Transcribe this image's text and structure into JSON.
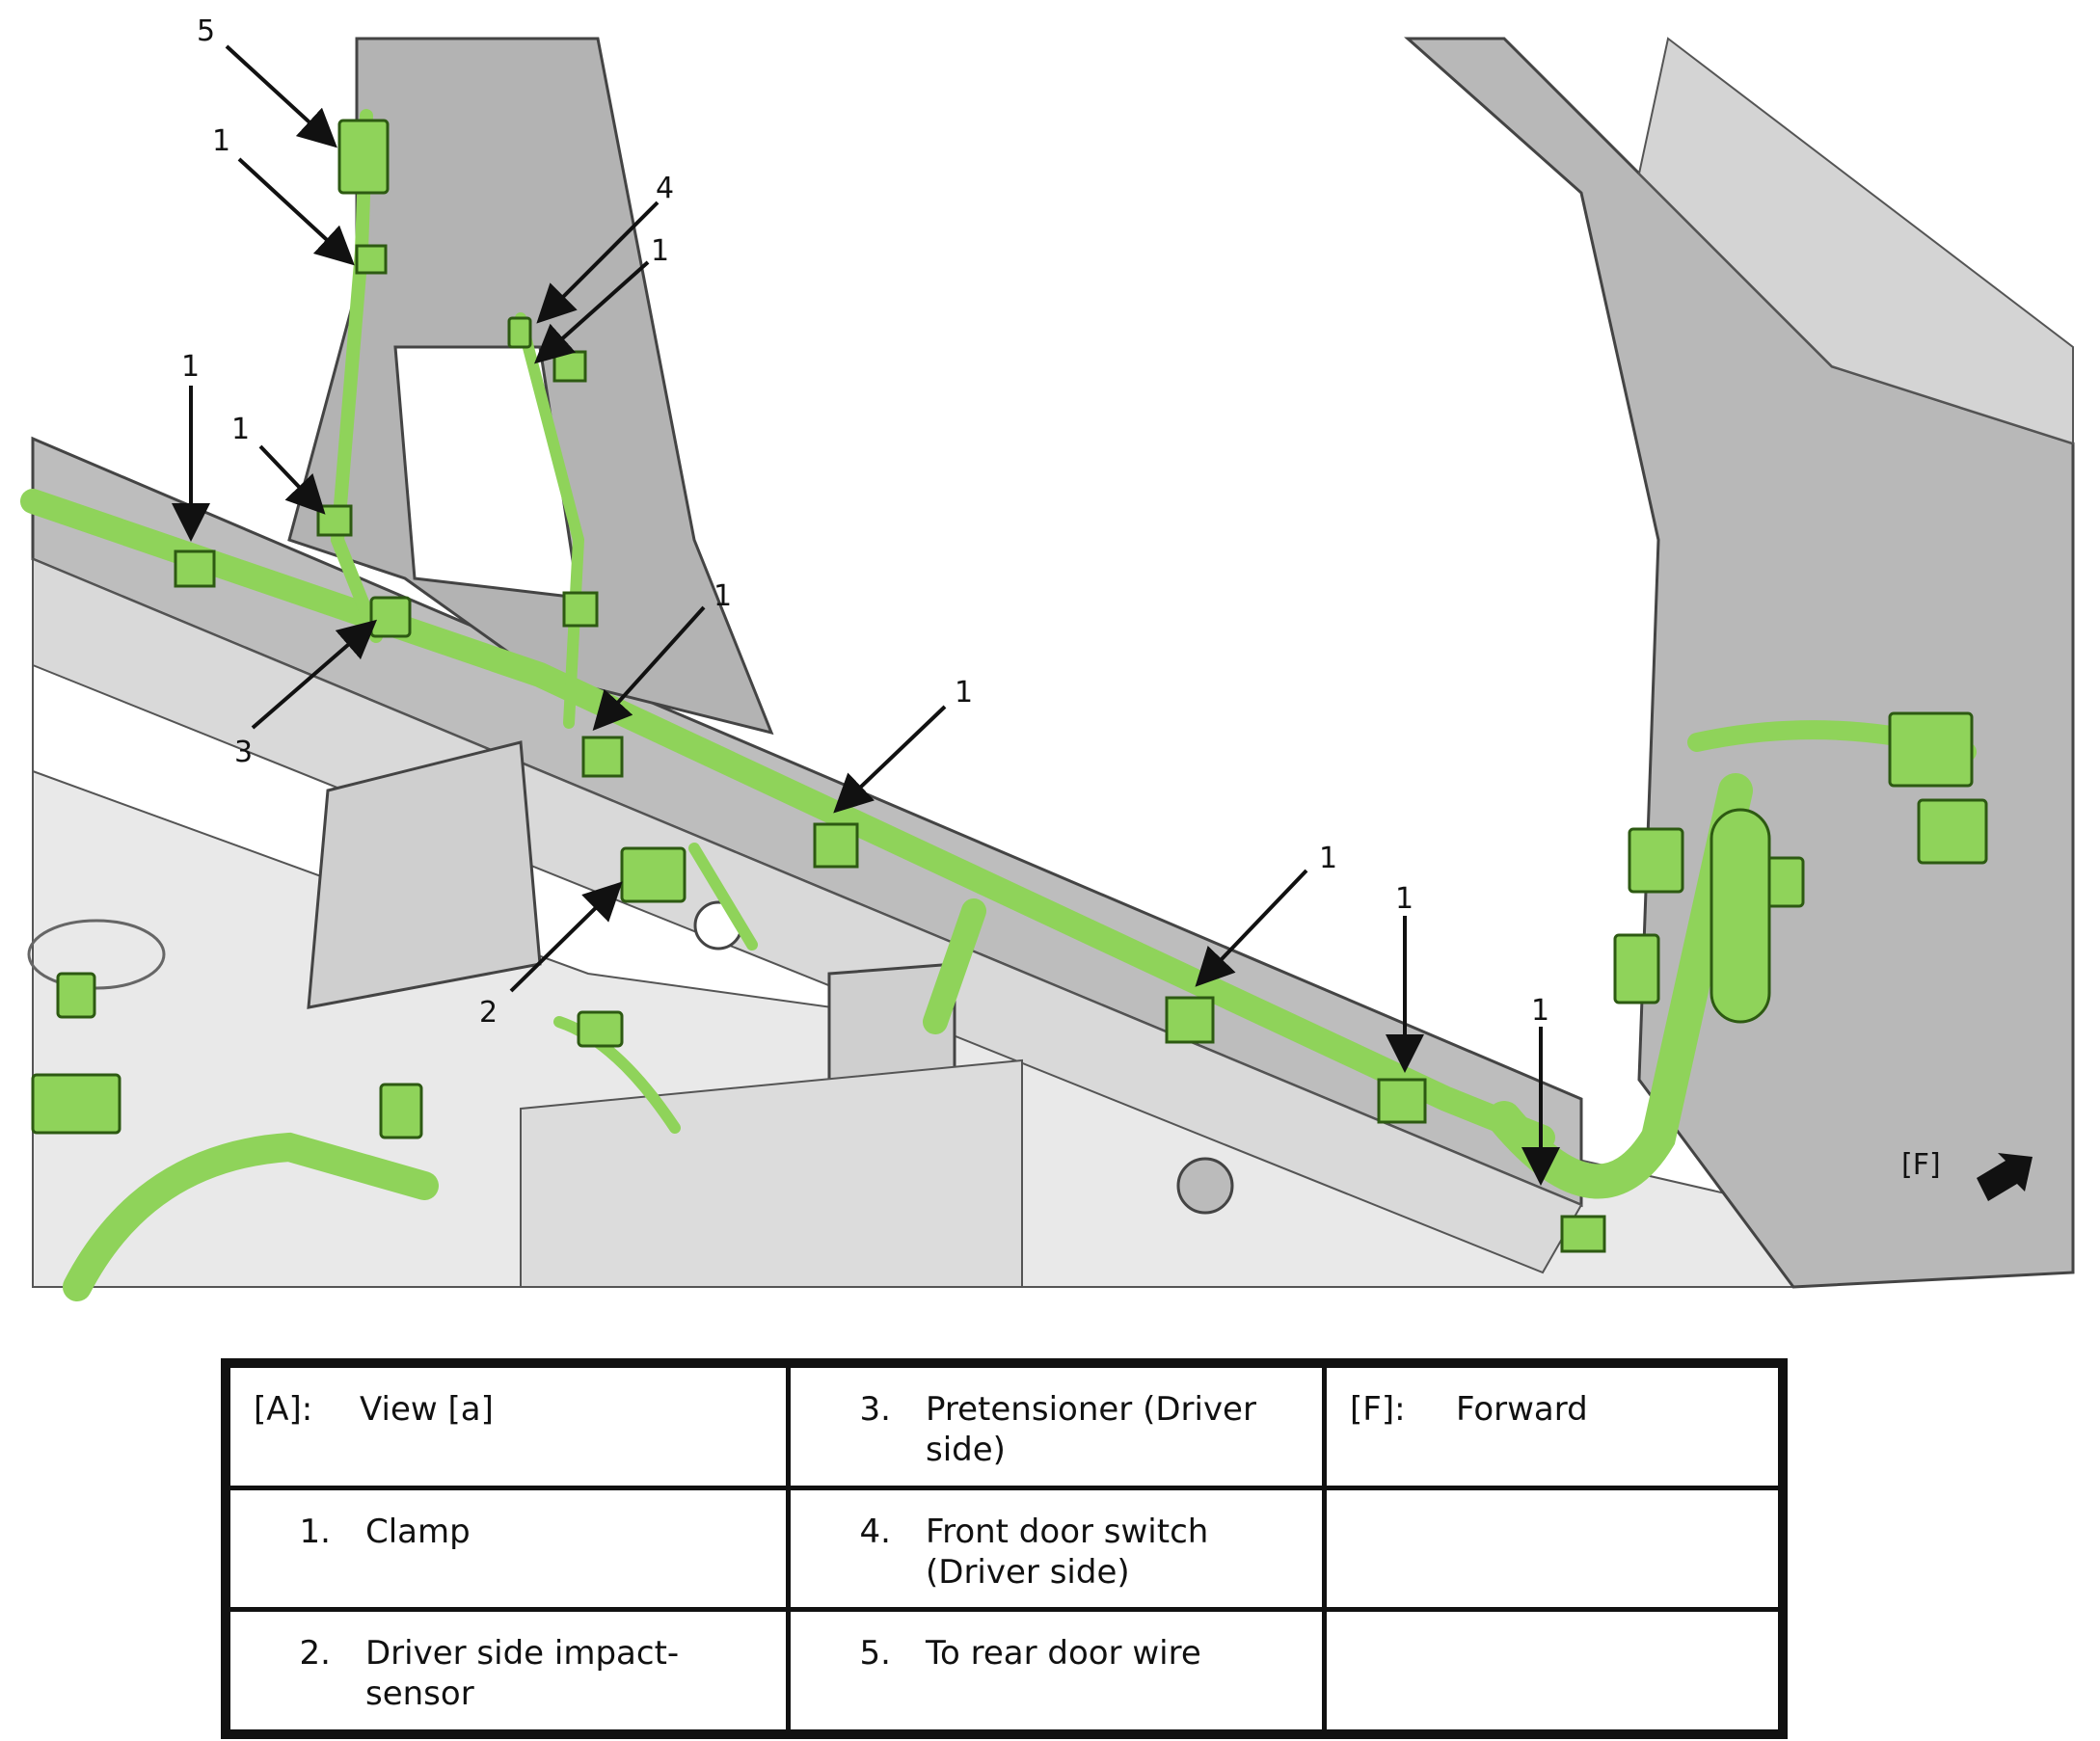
{
  "diagram": {
    "callouts": [
      "5",
      "1",
      "4",
      "1",
      "1",
      "1",
      "3",
      "1",
      "1",
      "2",
      "1",
      "1",
      "1"
    ],
    "forward_marker": "[F]"
  },
  "legend": {
    "rows": [
      [
        {
          "code": "[A]:",
          "text": "View [a]"
        },
        {
          "code": "3.",
          "text": "Pretensioner (Driver side)"
        },
        {
          "code": "[F]:",
          "text": "Forward"
        }
      ],
      [
        {
          "code": "1.",
          "text": "Clamp"
        },
        {
          "code": "4.",
          "text": "Front door switch (Driver side)"
        },
        {
          "code": "",
          "text": ""
        }
      ],
      [
        {
          "code": "2.",
          "text": "Driver side impact-sensor"
        },
        {
          "code": "5.",
          "text": "To rear door wire"
        },
        {
          "code": "",
          "text": ""
        }
      ]
    ]
  },
  "colors": {
    "harness": "#8fd35a",
    "body_panel": "#c8c8c8",
    "line": "#111111"
  }
}
